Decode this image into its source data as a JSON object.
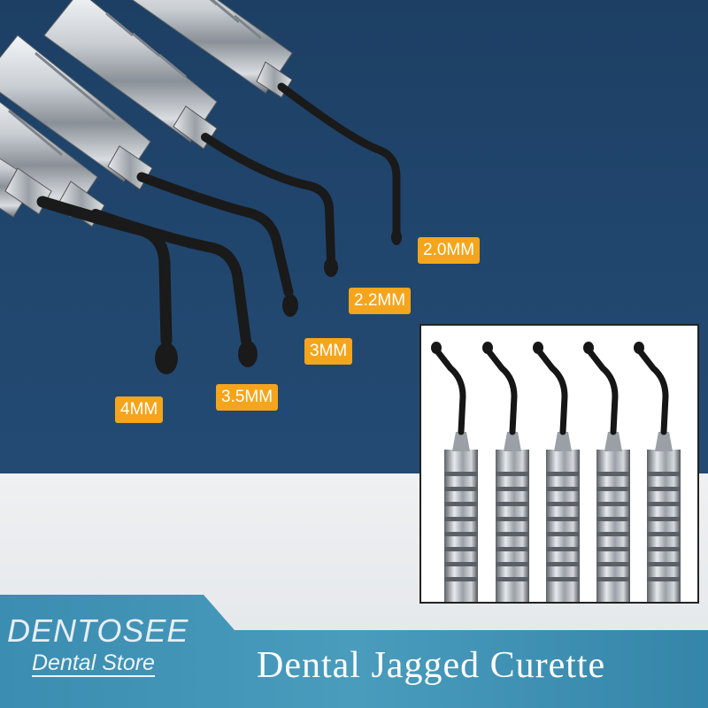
{
  "sizes": [
    "2.0MM",
    "2.2MM",
    "3MM",
    "3.5MM",
    "4MM"
  ],
  "brand": {
    "name": "DENTOSEE",
    "subtitle": "Dental Store"
  },
  "product_title": "Dental Jagged Curette",
  "colors": {
    "background_blue": "#1f4268",
    "label_orange": "#f5a51c",
    "banner_teal": "#3f93b6",
    "tip_black": "#1a1a1a",
    "steel": "#c9cdd1"
  }
}
